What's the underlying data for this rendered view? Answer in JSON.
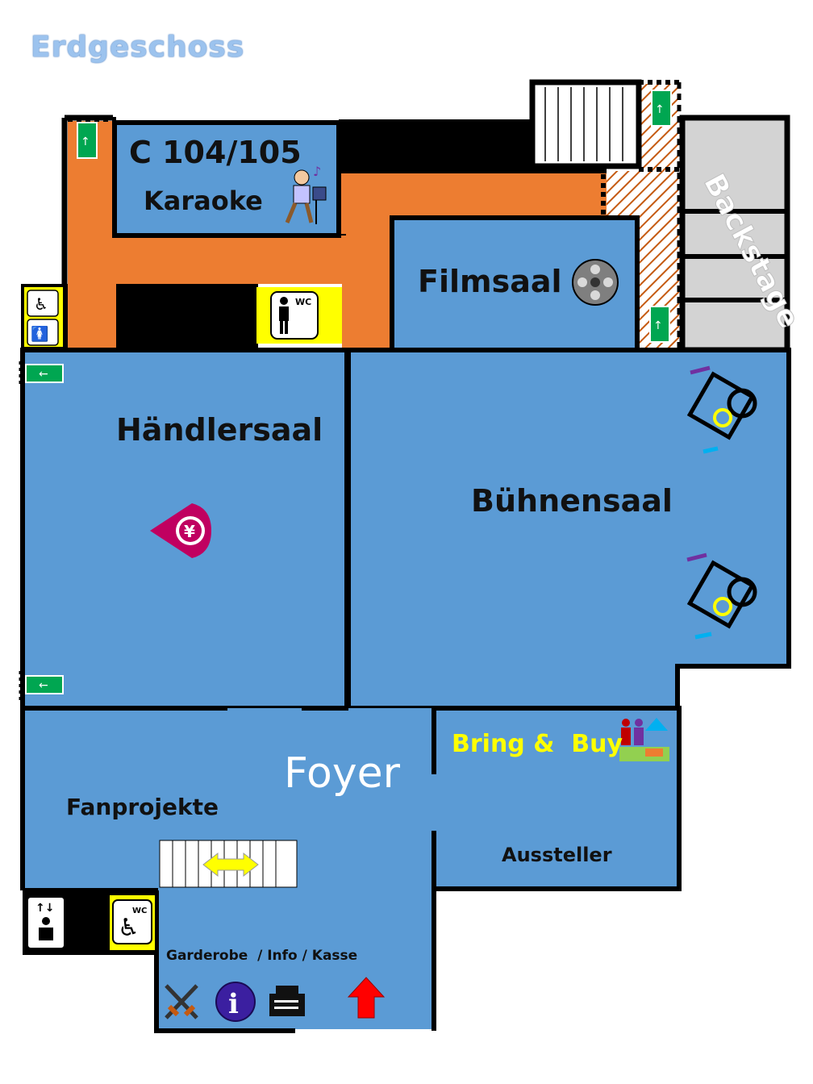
{
  "map": {
    "title": "Erdgeschoss",
    "colors": {
      "room": "#5b9bd5",
      "corridor": "#ed7d31",
      "wall": "#000000",
      "backstage": "#d3d3d3",
      "wc": "#ffff00",
      "exit_sign": "#00a651",
      "bring_buy": "#ffff00"
    },
    "rooms": {
      "karaoke_number": "C 104/105",
      "karaoke_name": "Karaoke",
      "filmsaal": "Filmsaal",
      "backstage": "Backstage",
      "haendlersaal": "Händlersaal",
      "buehnensaal": "Bühnensaal",
      "foyer": "Foyer",
      "fanprojekte": "Fanprojekte",
      "bring_buy": "Bring &  Buy",
      "aussteller": "Aussteller",
      "entrance": "Garderobe  / Info / Kasse"
    },
    "wc_label": "WC",
    "icons": [
      "karaoke-singer-icon",
      "film-reel-icon",
      "yen-dealer-icon",
      "stage-spotlight-icon",
      "flea-market-icon",
      "sword-icon",
      "info-icon",
      "cash-register-icon",
      "entrance-arrow-icon",
      "elevator-icon",
      "wheelchair-wc-icon",
      "male-wc-icon",
      "female-wc-icon",
      "emergency-exit-icon",
      "stairs-icon"
    ]
  }
}
